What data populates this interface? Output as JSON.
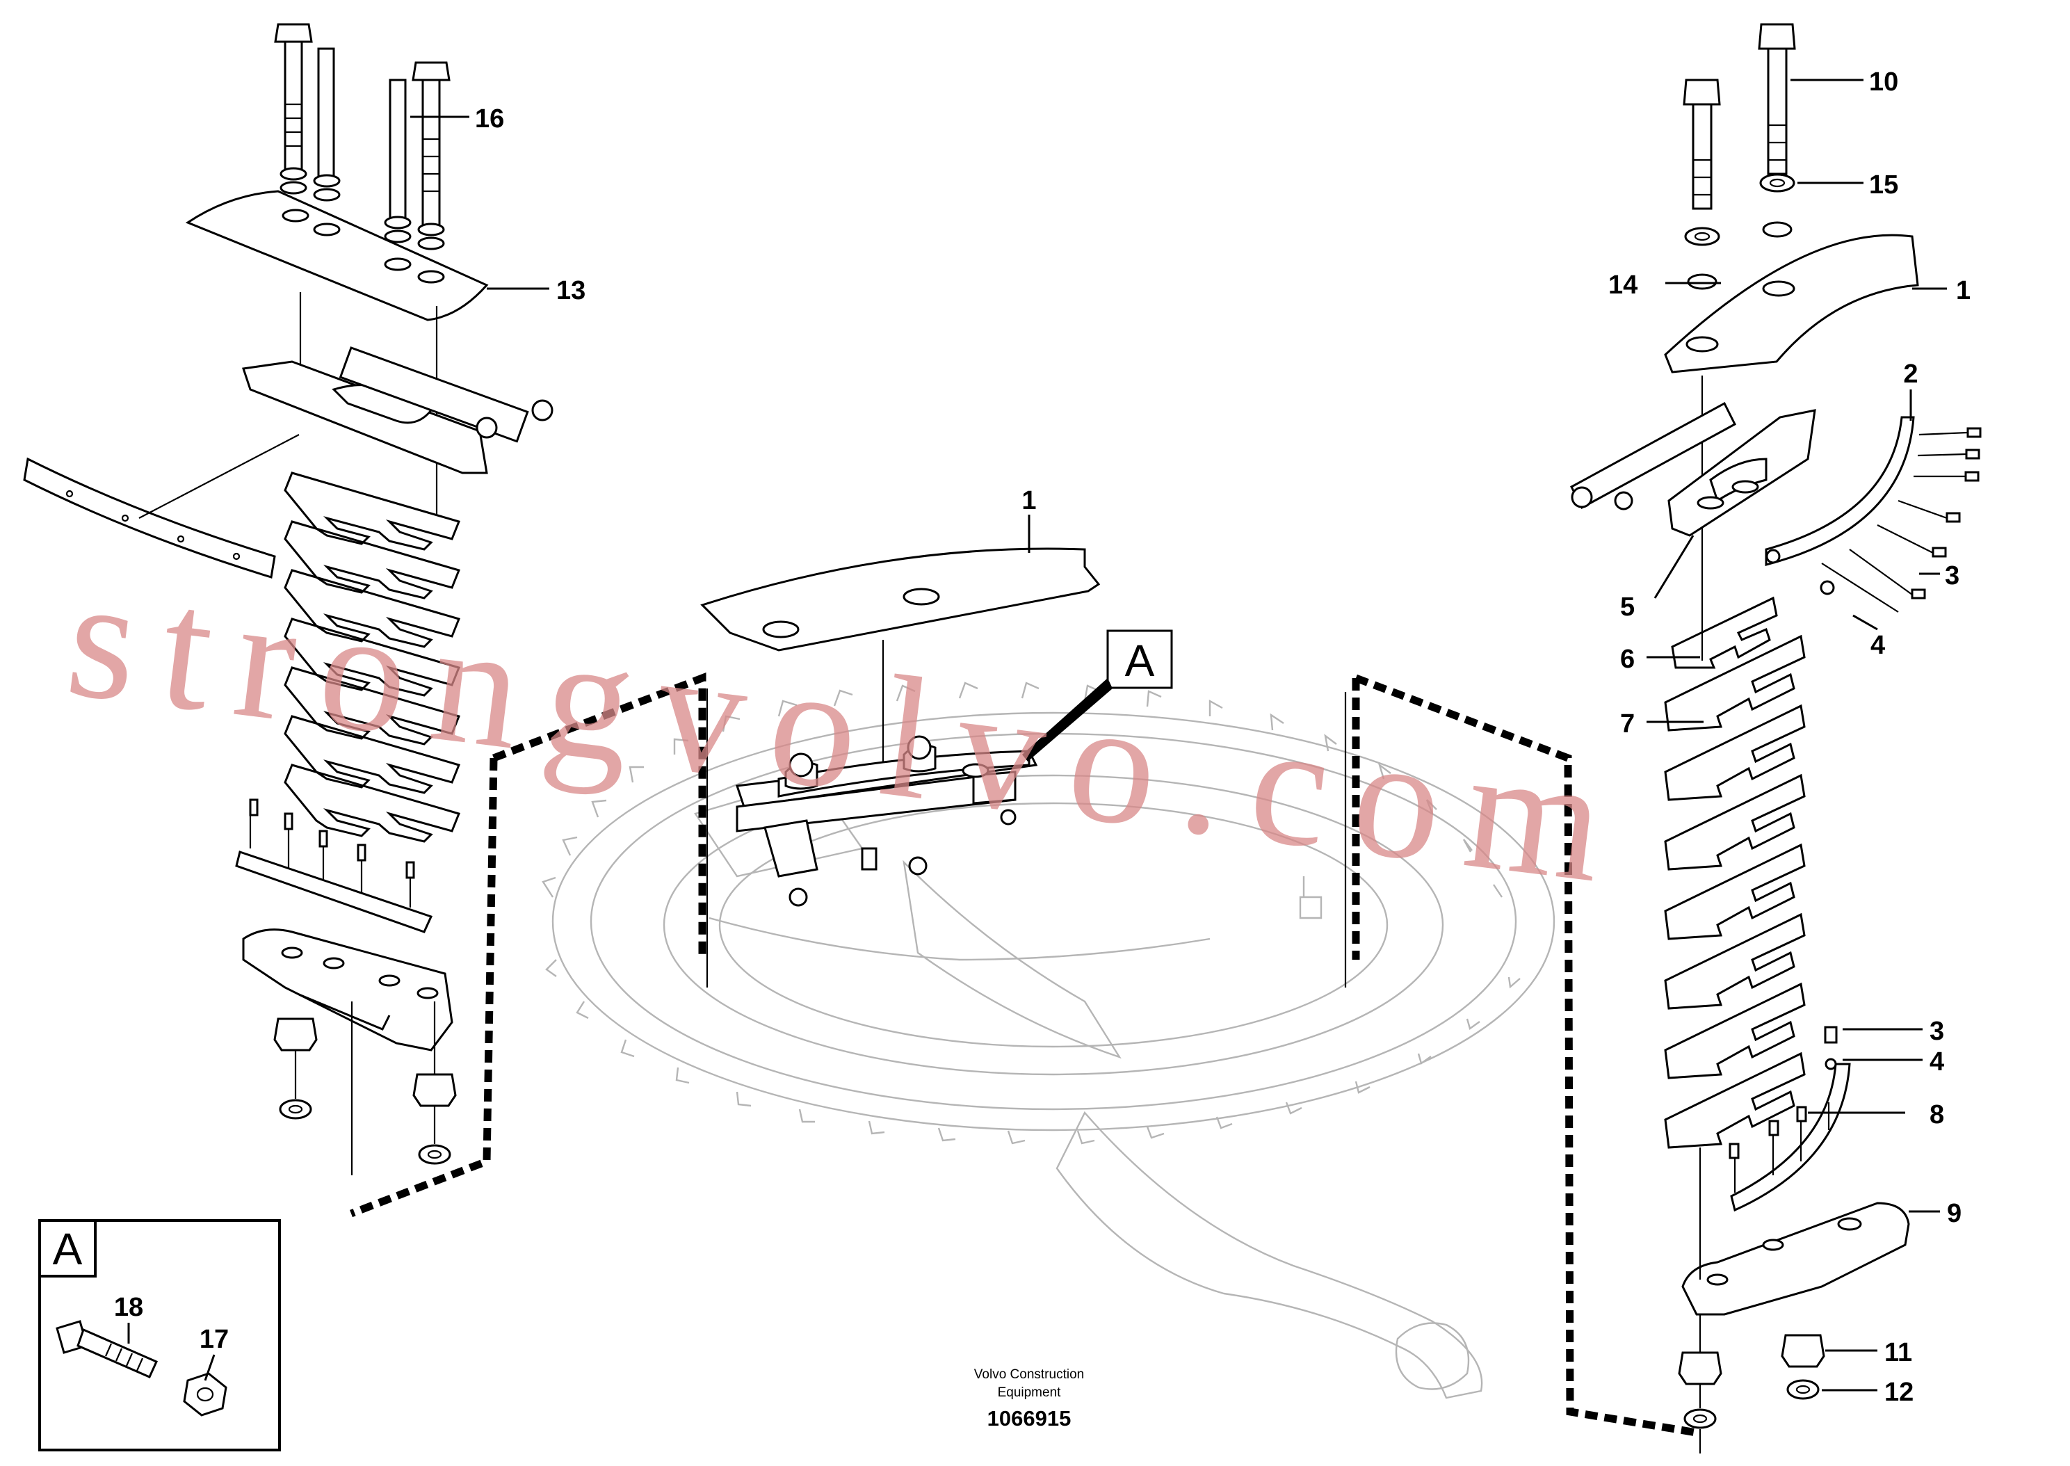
{
  "diagram": {
    "caption_line1": "Volvo Construction",
    "caption_line2": "Equipment",
    "document_number": "1066915",
    "watermark": "strongvolvo.com",
    "watermark_color": "#d88888",
    "detail_flag": "A",
    "detail_box_label": "A",
    "callouts": {
      "c1_center": "1",
      "c1_right": "1",
      "c2": "2",
      "c3_upper": "3",
      "c3_lower": "3",
      "c4_upper": "4",
      "c4_lower": "4",
      "c5": "5",
      "c6": "6",
      "c7": "7",
      "c8": "8",
      "c9": "9",
      "c10": "10",
      "c11": "11",
      "c12": "12",
      "c13": "13",
      "c14": "14",
      "c15": "15",
      "c16": "16",
      "c17": "17",
      "c18": "18"
    }
  }
}
